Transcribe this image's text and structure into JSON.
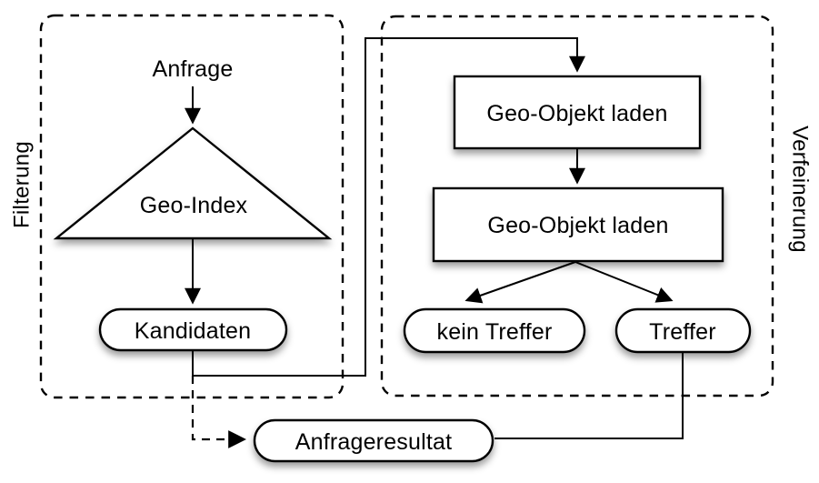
{
  "colors": {
    "stroke": "#000000",
    "shape_fill": "#ffffff",
    "background": "#ffffff"
  },
  "sections": {
    "filterung": {
      "label": "Filterung"
    },
    "verfeinerung": {
      "label": "Verfeinerung"
    }
  },
  "nodes": {
    "anfrage": {
      "label": "Anfrage"
    },
    "geo_index": {
      "label": "Geo-Index"
    },
    "kandidaten": {
      "label": "Kandidaten"
    },
    "geo_objekt_laden_1": {
      "label": "Geo-Objekt laden"
    },
    "geo_objekt_laden_2": {
      "label": "Geo-Objekt laden"
    },
    "kein_treffer": {
      "label": "kein Treffer"
    },
    "treffer": {
      "label": "Treffer"
    },
    "anfrageresultat": {
      "label": "Anfrageresultat"
    }
  }
}
